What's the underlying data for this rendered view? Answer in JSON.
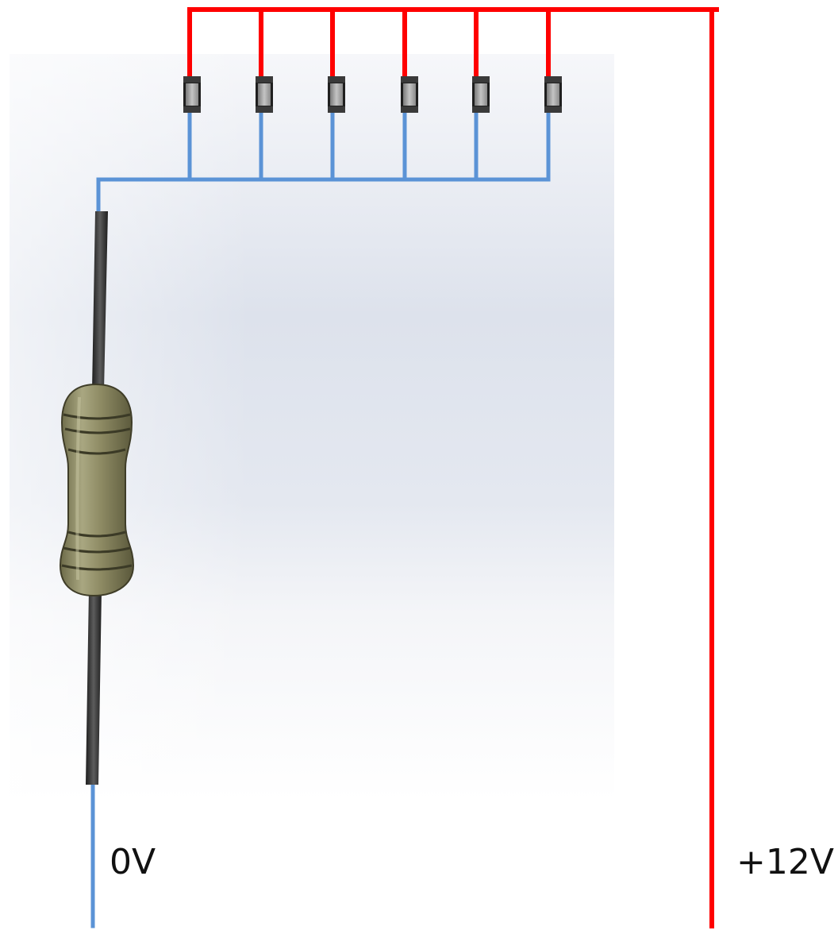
{
  "diagram": {
    "labels": {
      "ground": "0V",
      "supply": "+12V"
    },
    "colors": {
      "positive_wire": "#ff0000",
      "negative_wire": "#5b93d6",
      "background_panel_top": "#ffffff",
      "background_panel_mid": "#dfe4ee",
      "resistor_body": "#8a8763",
      "resistor_lead": "#3a3a3a",
      "led_body": "#b3b3b3",
      "led_cap": "#222222"
    },
    "components": {
      "led_count": 6,
      "resistor_count": 1
    }
  }
}
